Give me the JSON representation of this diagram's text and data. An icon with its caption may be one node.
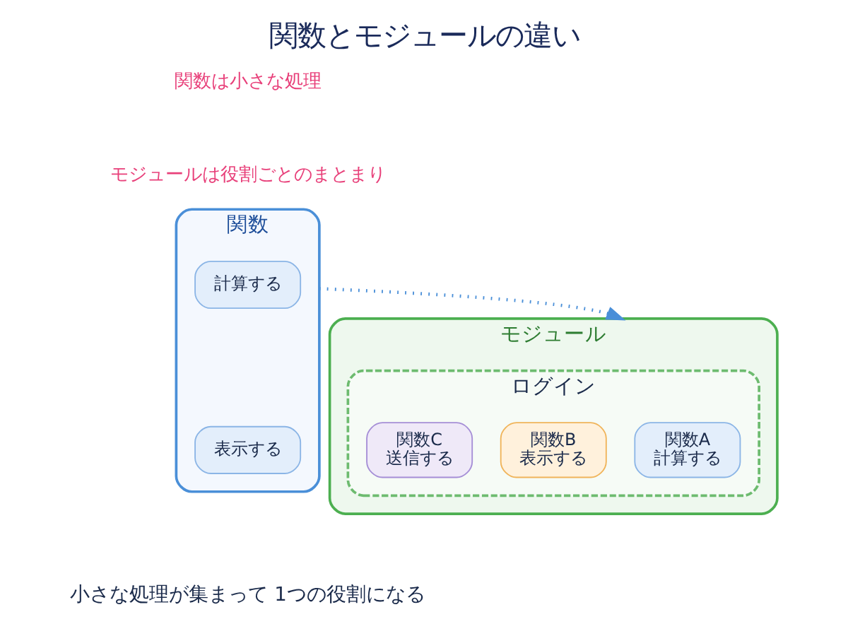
{
  "diagram": {
    "title": "関数とモジュールの違い",
    "nodes": [
      {
        "text": [
          "関数"
        ]
      },
      {
        "text": [
          "計算する"
        ],
        "in": 0
      },
      {
        "text": [
          "表示する"
        ],
        "in": 0
      },
      {
        "text": [
          "モジュール"
        ]
      },
      {
        "text": [
          "ログイン"
        ],
        "in": 3
      },
      {
        "text": [
          "関数A",
          "計算する"
        ],
        "in": 4
      },
      {
        "text": [
          "関数B",
          "表示する"
        ],
        "in": 4
      },
      {
        "text": [
          "関数C",
          "送信する"
        ],
        "in": 4
      }
    ],
    "edges": [
      {
        "from": 0,
        "to": 3,
        "arrow": "to",
        "style": "dashed",
        "color": "#4a8fd8"
      }
    ],
    "labels": [
      "関数は小さな処理",
      "モジュールは役割ごとのまとまり",
      "小さな処理が集まって 1つの役割になる"
    ]
  }
}
